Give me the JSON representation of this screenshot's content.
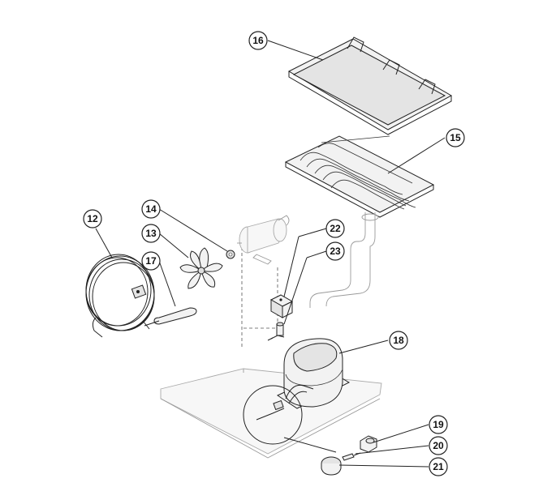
{
  "callouts": [
    {
      "label": "16"
    },
    {
      "label": "15"
    },
    {
      "label": "12"
    },
    {
      "label": "14"
    },
    {
      "label": "13"
    },
    {
      "label": "17"
    },
    {
      "label": "22"
    },
    {
      "label": "23"
    },
    {
      "label": "18"
    },
    {
      "label": "19"
    },
    {
      "label": "20"
    },
    {
      "label": "21"
    }
  ]
}
